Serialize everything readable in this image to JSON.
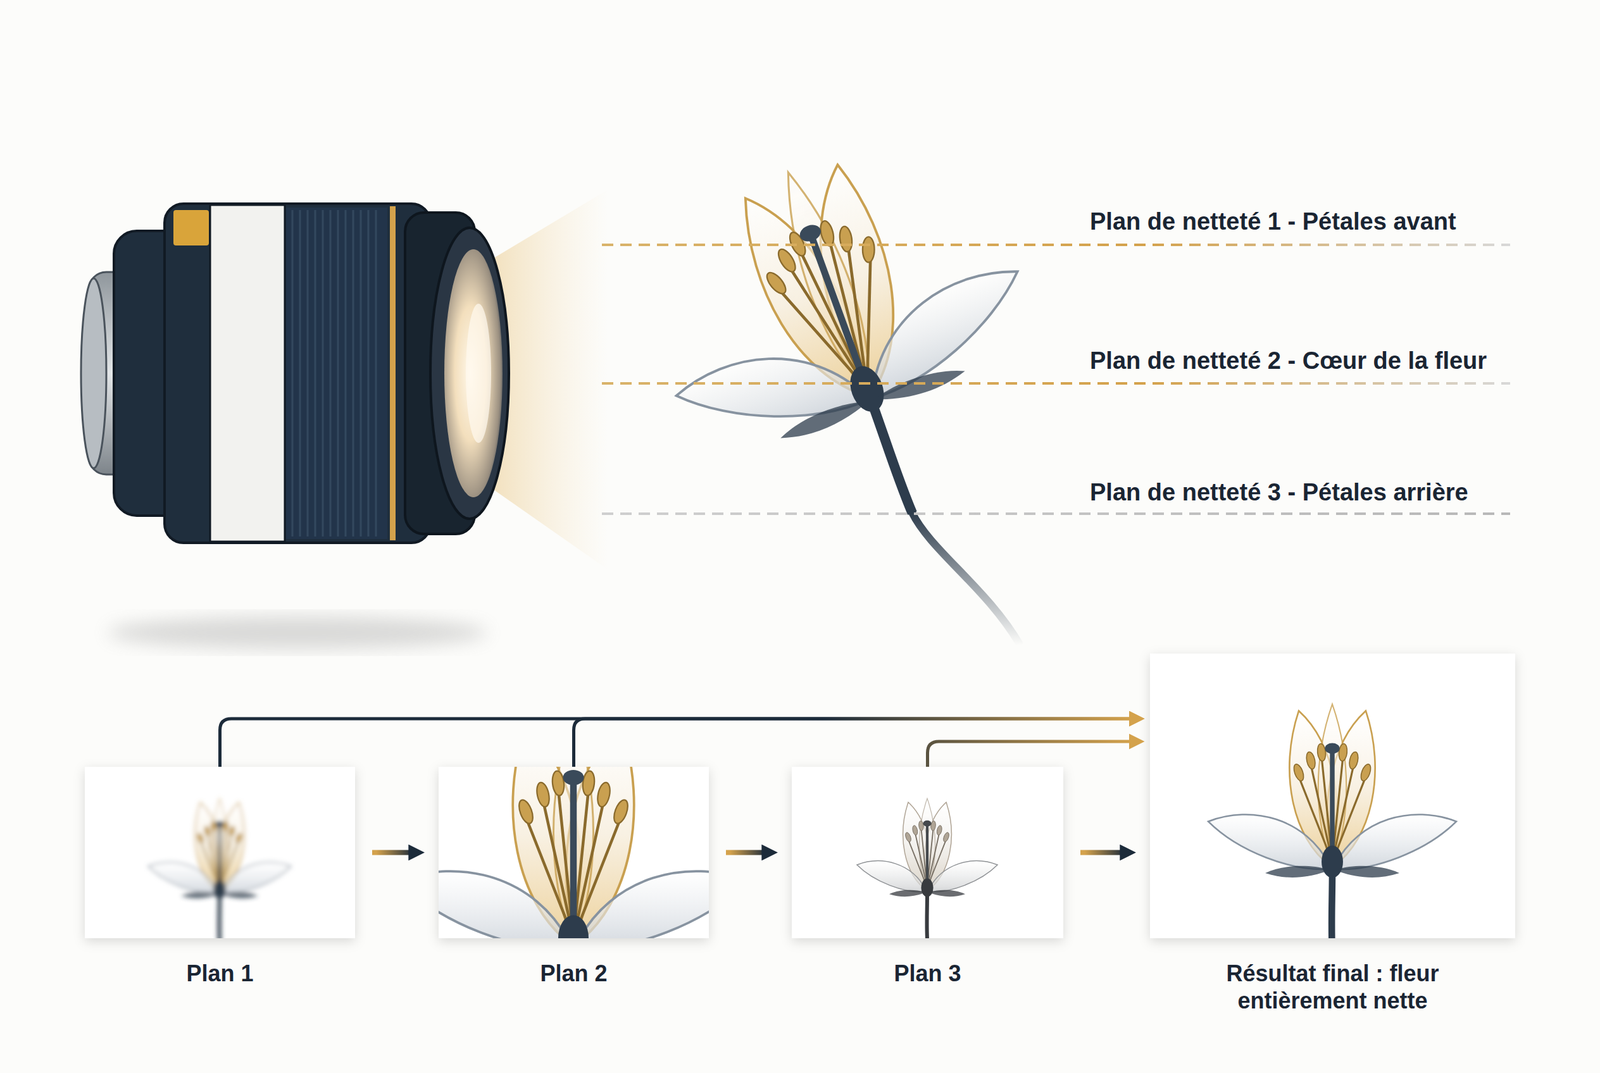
{
  "diagram": {
    "nodes": [
      {
        "text": [
          "Plan 1"
        ]
      },
      {
        "text": [
          "Plan 2"
        ]
      },
      {
        "text": [
          "Plan 3"
        ]
      },
      {
        "text": [
          "Résultat final : fleur entièrement nette"
        ]
      }
    ],
    "edges": [
      {
        "from": 0,
        "to": 1,
        "arrow": "to"
      },
      {
        "from": 1,
        "to": 2,
        "arrow": "to"
      },
      {
        "from": 2,
        "to": 3,
        "arrow": "to"
      },
      {
        "from": 0,
        "to": 3,
        "arrow": "to"
      },
      {
        "from": 1,
        "to": 3,
        "arrow": "to"
      },
      {
        "from": 2,
        "to": 3,
        "arrow": "to"
      }
    ],
    "labels": [
      "Plan de netteté 1 - Pétales avant",
      "Plan de netteté 2 - Cœur de la fleur",
      "Plan de netteté 3 - Pétales arrière"
    ]
  }
}
